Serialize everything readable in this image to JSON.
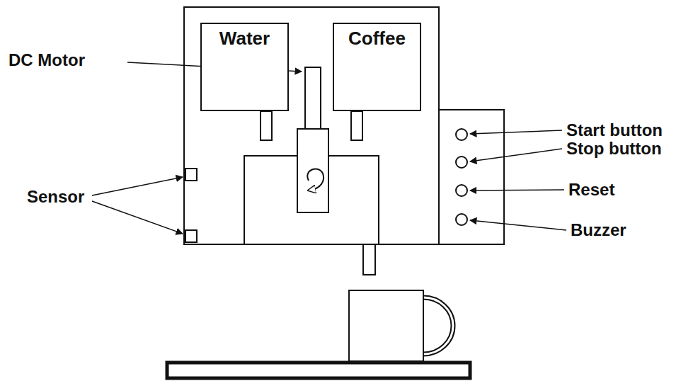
{
  "diagram": {
    "nodes": [
      {
        "text": [
          "Water"
        ]
      },
      {
        "text": [
          "Coffee"
        ]
      }
    ],
    "labels": [
      "DC Motor",
      "Sensor",
      "Start button",
      "Stop button",
      "Reset",
      "Buzzer"
    ]
  }
}
